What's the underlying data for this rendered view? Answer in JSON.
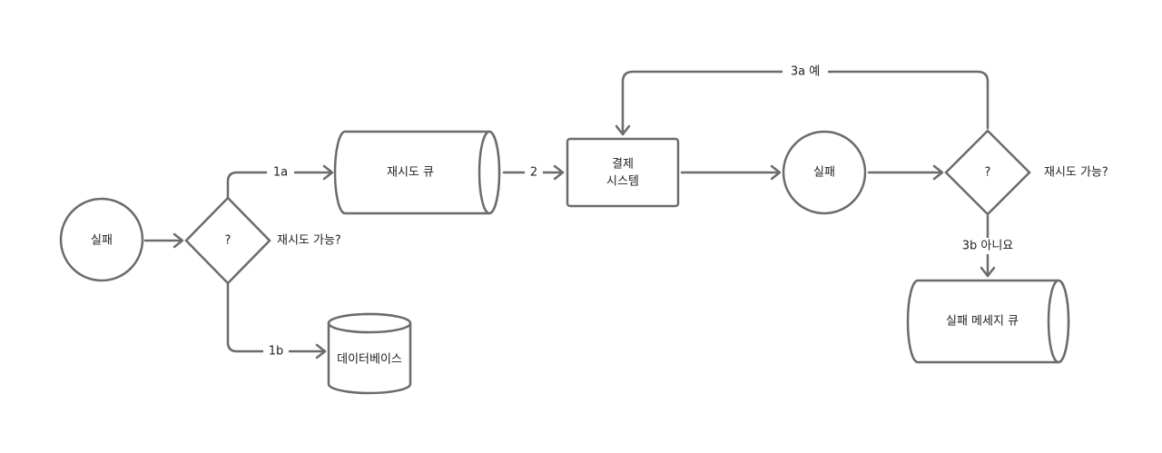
{
  "nodes": {
    "fail_1": "실패",
    "decision_1": "?",
    "retry_question_1": "재시도 가능?",
    "retry_queue": "재시도 큐",
    "database": "데이터베이스",
    "payment_line1": "결제",
    "payment_line2": "시스템",
    "fail_2": "실패",
    "decision_2": "?",
    "retry_question_2": "재시도 가능?",
    "dead_letter_queue": "실패 메세지 큐"
  },
  "edges": {
    "to_retry_queue": "1a",
    "to_database": "1b",
    "to_payment": "2",
    "yes_back": "3a 예",
    "no_to_dlq": "3b 아니요"
  }
}
